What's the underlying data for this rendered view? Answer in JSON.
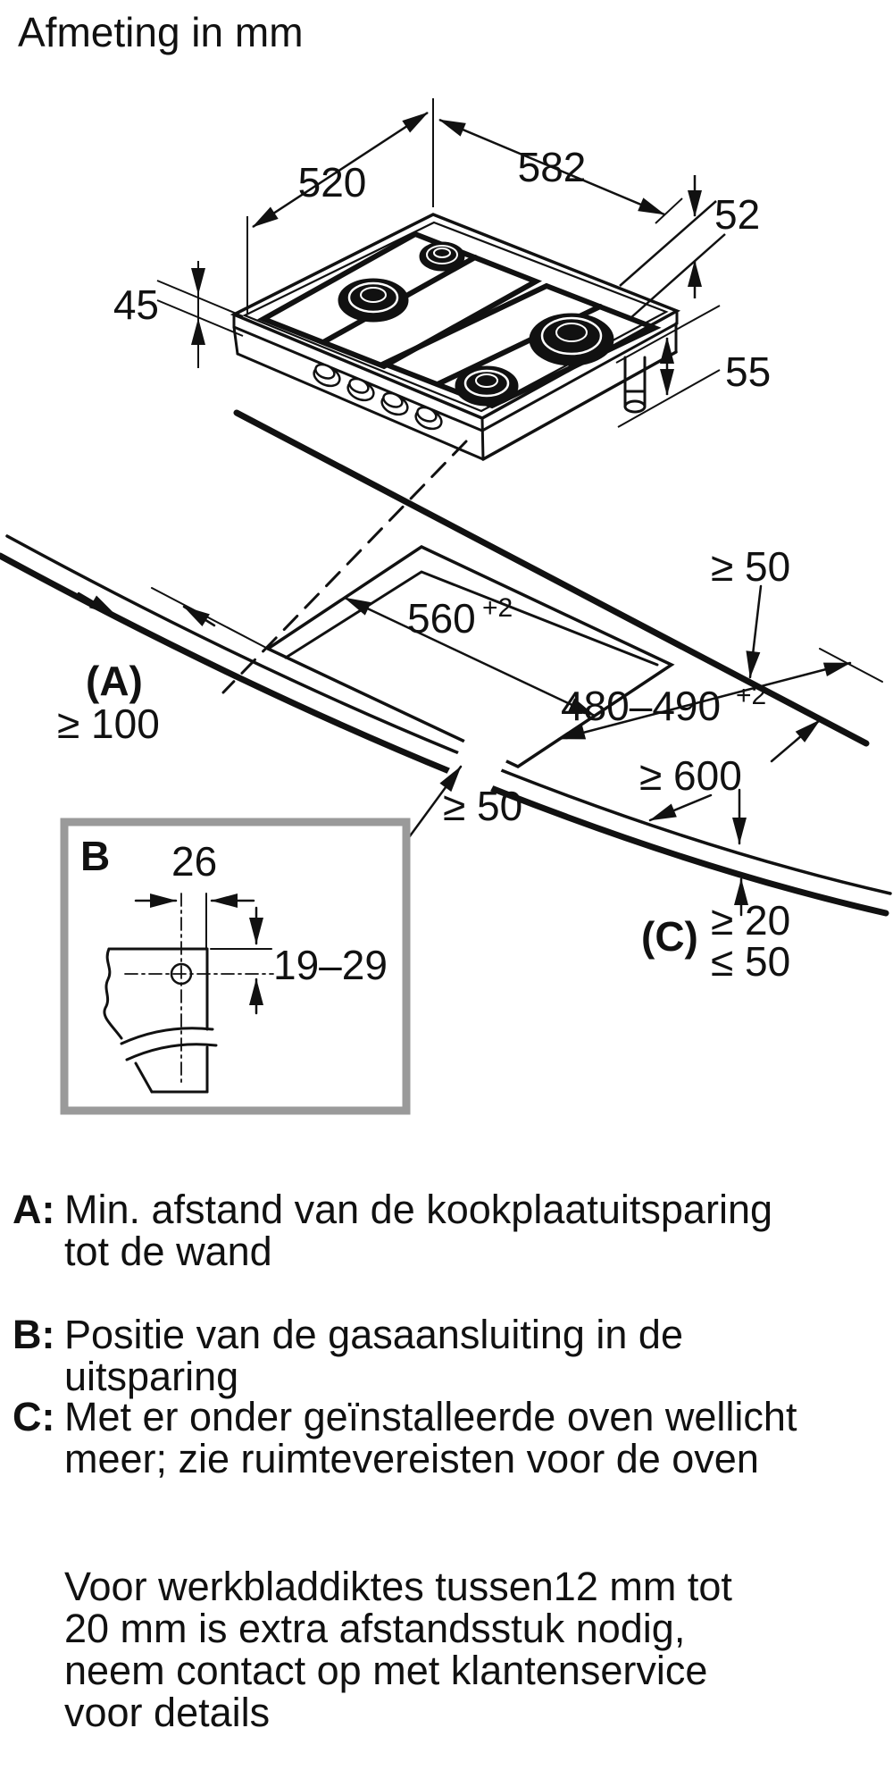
{
  "title": "Afmeting in mm",
  "hob_dims": {
    "width": "582",
    "depth": "520",
    "rim_offset": "52",
    "glass_height": "45",
    "body_height": "55"
  },
  "cutout": {
    "width": "560",
    "width_tolerance": "+2",
    "depth": "480–490",
    "depth_tolerance": "+2"
  },
  "clearances": {
    "rear": "≥ 50",
    "side_key": "(A)",
    "side": "≥ 100",
    "front": "≥ 50",
    "worktop_depth": "≥ 600",
    "thickness_key": "(C)",
    "thickness_min": "≥ 20",
    "thickness_max": "≤ 50"
  },
  "detail_b": {
    "key": "B",
    "hole_offset": "26",
    "hole_depth": "19–29"
  },
  "legend": [
    {
      "key": "A:",
      "line1": "Min. afstand van de kookplaatuitsparing",
      "line2": "tot de wand"
    },
    {
      "key": "B:",
      "line1": "Positie van de gasaansluiting in de",
      "line2": "uitsparing"
    },
    {
      "key": "C:",
      "line1": "Met er onder geïnstalleerde oven wellicht",
      "line2": "meer; zie ruimtevereisten voor de oven"
    }
  ],
  "note": {
    "line1": "Voor werkbladdiktes tussen12 mm tot",
    "line2": "20 mm is extra afstandsstuk nodig,",
    "line3": "neem contact op met klantenservice",
    "line4": "voor details"
  }
}
